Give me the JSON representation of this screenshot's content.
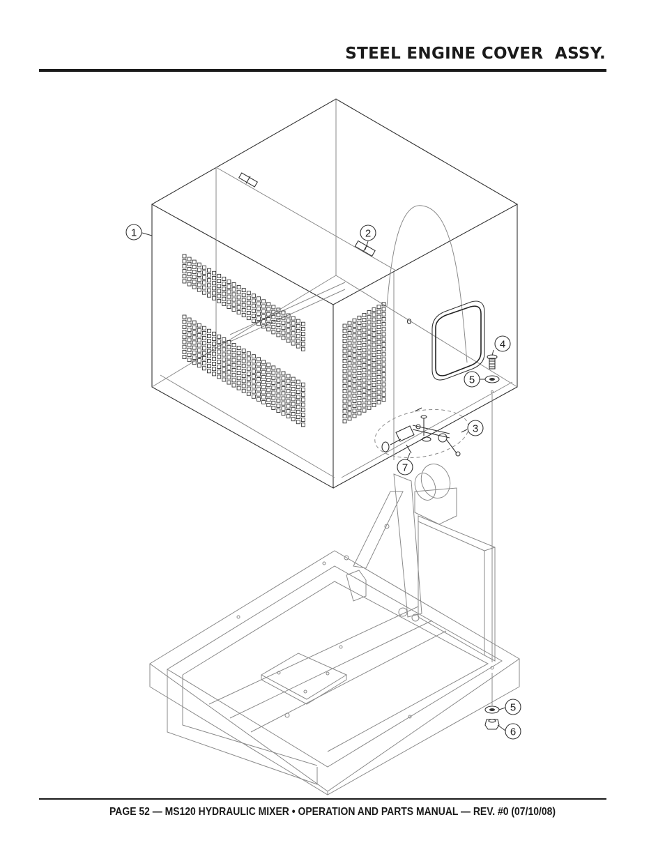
{
  "header": {
    "title": "STEEL ENGINE COVER  ASSY."
  },
  "footer": {
    "text": "PAGE 52 — MS120 HYDRAULIC MIXER • OPERATION AND PARTS MANUAL — REV. #0 (07/10/08)"
  },
  "callouts": [
    {
      "id": "c1",
      "label": "1"
    },
    {
      "id": "c2",
      "label": "2"
    },
    {
      "id": "c3",
      "label": "3"
    },
    {
      "id": "c4",
      "label": "4"
    },
    {
      "id": "c5a",
      "label": "5"
    },
    {
      "id": "c5b",
      "label": "5"
    },
    {
      "id": "c6",
      "label": "6"
    },
    {
      "id": "c7",
      "label": "7"
    }
  ]
}
